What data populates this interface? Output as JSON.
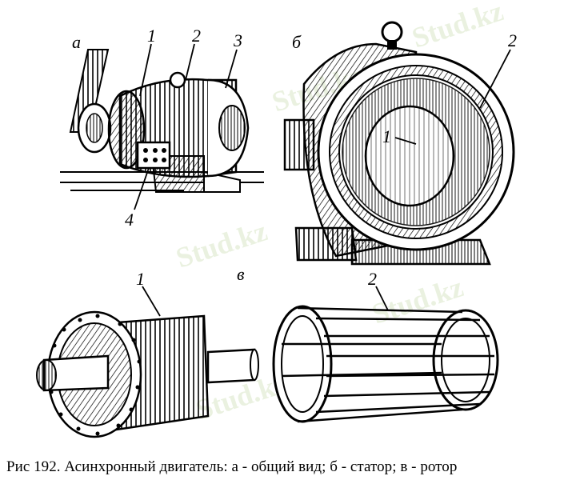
{
  "caption": "Рис 192. Асинхронный двигатель: а - общий вид; б - статор; в - ротор",
  "watermark": "Stud.kz",
  "panels": {
    "a": {
      "letter": "а",
      "callouts": [
        "1",
        "2",
        "3",
        "4"
      ]
    },
    "b": {
      "letter": "б",
      "callouts": [
        "1",
        "2"
      ]
    },
    "c": {
      "letter": "в",
      "callouts": [
        "1",
        "2"
      ]
    }
  },
  "colors": {
    "ink": "#000000",
    "background": "#ffffff",
    "watermark": "#d9e7c8"
  }
}
